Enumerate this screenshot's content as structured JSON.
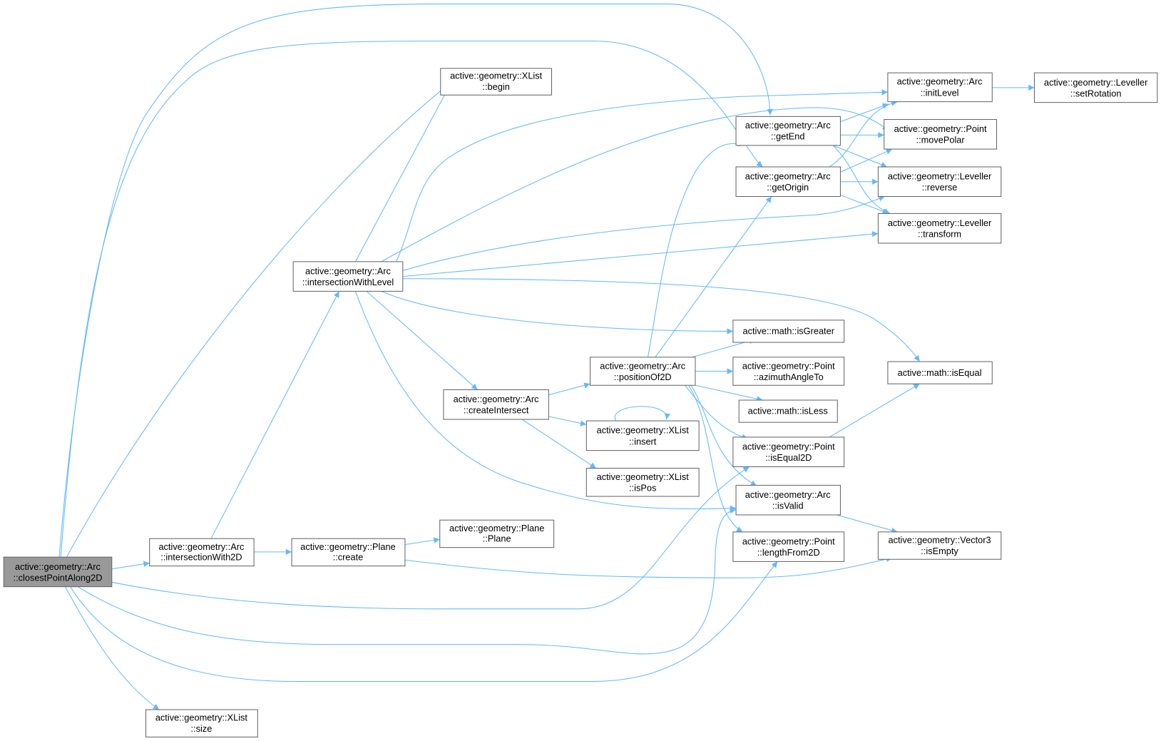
{
  "title": "Call graph of active::geometry::Arc::closestPointAlong2D",
  "colors": {
    "edge": "#63b8ff",
    "root_fill": "#999999",
    "node_border": "#666666"
  },
  "nodes": {
    "closestPointAlong2D": [
      "active::geometry::Arc",
      "::closestPointAlong2D"
    ],
    "intersectionWith2D": [
      "active::geometry::Arc",
      "::intersectionWith2D"
    ],
    "size": [
      "active::geometry::XList",
      "::size"
    ],
    "begin": [
      "active::geometry::XList",
      "::begin"
    ],
    "intersectionWithLevel": [
      "active::geometry::Arc",
      "::intersectionWithLevel"
    ],
    "createIntersect": [
      "active::geometry::Arc",
      "::createIntersect"
    ],
    "planeCreate": [
      "active::geometry::Plane",
      "::create"
    ],
    "planePlane": [
      "active::geometry::Plane",
      "::Plane"
    ],
    "positionOf2D": [
      "active::geometry::Arc",
      "::positionOf2D"
    ],
    "insert": [
      "active::geometry::XList",
      "::insert"
    ],
    "isPos": [
      "active::geometry::XList",
      "::isPos"
    ],
    "getEnd": [
      "active::geometry::Arc",
      "::getEnd"
    ],
    "getOrigin": [
      "active::geometry::Arc",
      "::getOrigin"
    ],
    "isGreater": [
      "active::math::isGreater"
    ],
    "azimuthAngleTo": [
      "active::geometry::Point",
      "::azimuthAngleTo"
    ],
    "isLess": [
      "active::math::isLess"
    ],
    "isEqual2D": [
      "active::geometry::Point",
      "::isEqual2D"
    ],
    "isValid": [
      "active::geometry::Arc",
      "::isValid"
    ],
    "lengthFrom2D": [
      "active::geometry::Point",
      "::lengthFrom2D"
    ],
    "initLevel": [
      "active::geometry::Arc",
      "::initLevel"
    ],
    "setRotation": [
      "active::geometry::Leveller",
      "::setRotation"
    ],
    "movePolar": [
      "active::geometry::Point",
      "::movePolar"
    ],
    "reverse": [
      "active::geometry::Leveller",
      "::reverse"
    ],
    "transform": [
      "active::geometry::Leveller",
      "::transform"
    ],
    "isEqual": [
      "active::math::isEqual"
    ],
    "isEmpty": [
      "active::geometry::Vector3",
      "::isEmpty"
    ]
  }
}
